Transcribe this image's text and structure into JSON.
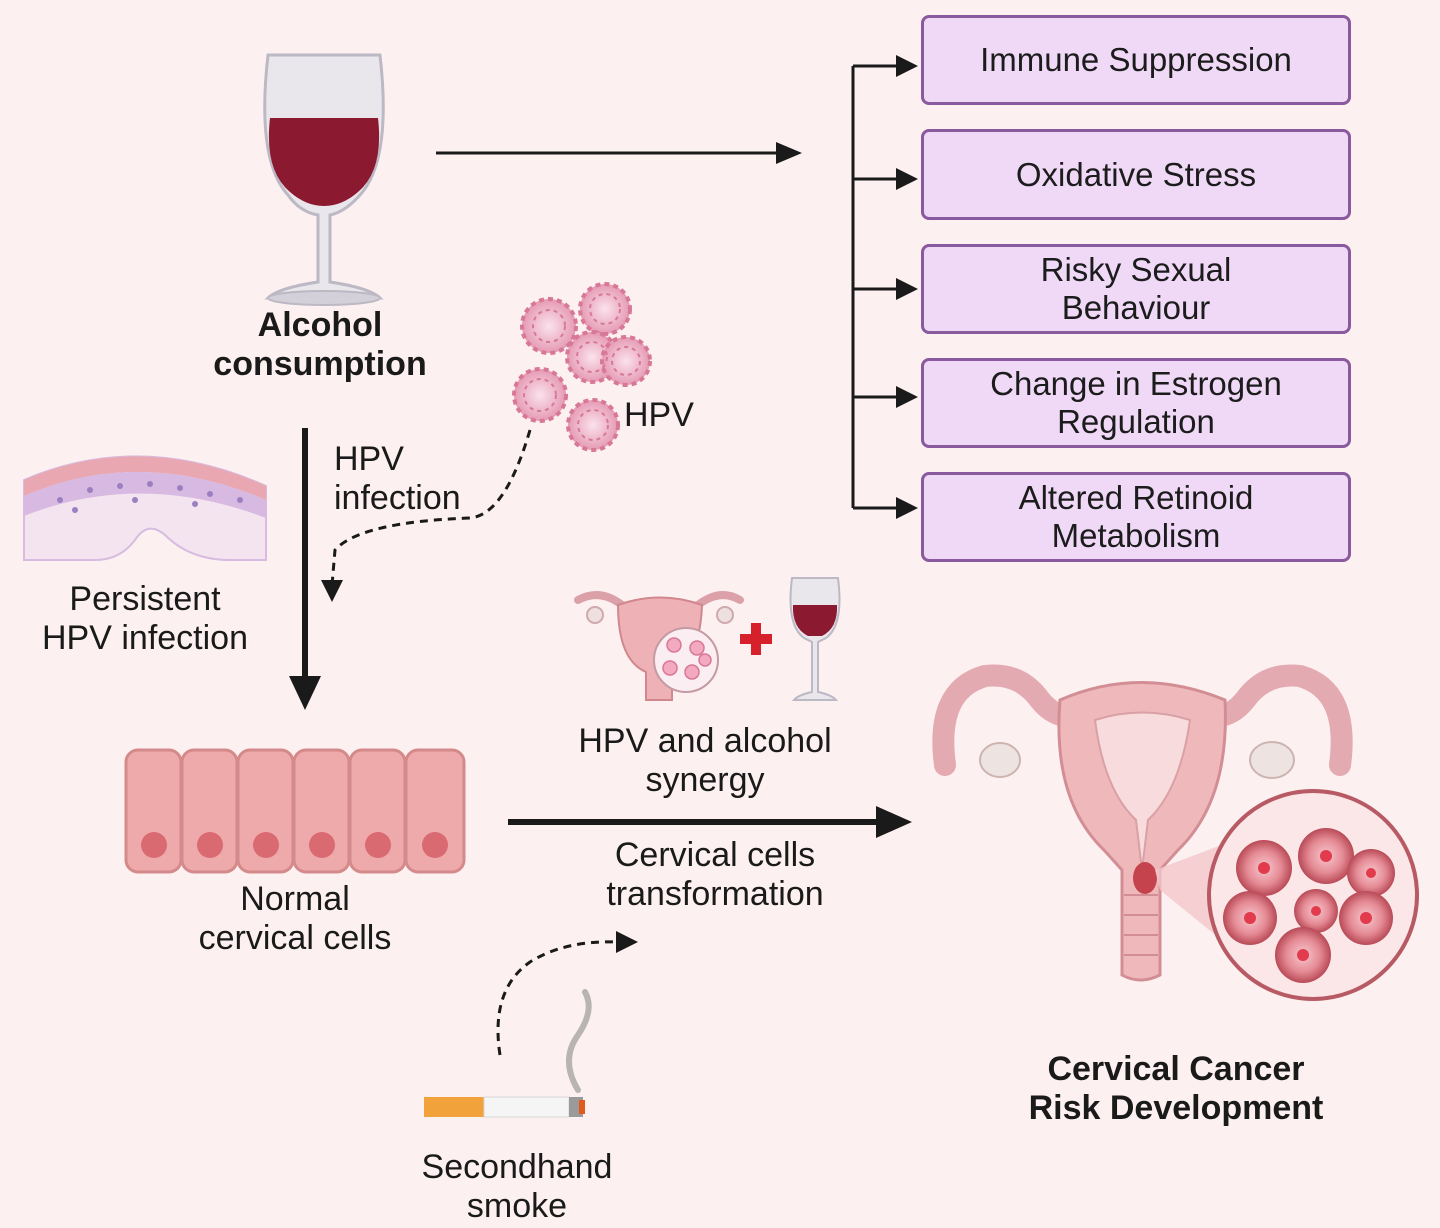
{
  "colors": {
    "background": "#fdf0f0",
    "box_fill": "#f0d9f7",
    "box_border": "#8a5a9e",
    "wine": "#8b1a30",
    "tissue_pink": "#e8a4a4",
    "arrow": "#1a1a1a"
  },
  "icons": [
    "wine-glass-icon",
    "hpv-virus-icon",
    "epithelium-tissue-icon",
    "cervical-cells-icon",
    "uterus-icon",
    "plus-icon",
    "cigarette-icon",
    "cancer-cells-icon"
  ],
  "labels": {
    "alcohol": "Alcohol\nconsumption",
    "hpv": "HPV",
    "hpv_infection": "HPV\ninfection",
    "persistent": "Persistent\nHPV infection",
    "normal_cells": "Normal\ncervical cells",
    "synergy": "HPV and alcohol\nsynergy",
    "transformation": "Cervical cells\ntransformation",
    "secondhand": "Secondhand\nsmoke",
    "cancer": "Cervical Cancer\nRisk Development"
  },
  "effects": [
    "Immune Suppression",
    "Oxidative Stress",
    "Risky Sexual\nBehaviour",
    "Change in Estrogen\nRegulation",
    "Altered Retinoid\nMetabolism"
  ]
}
